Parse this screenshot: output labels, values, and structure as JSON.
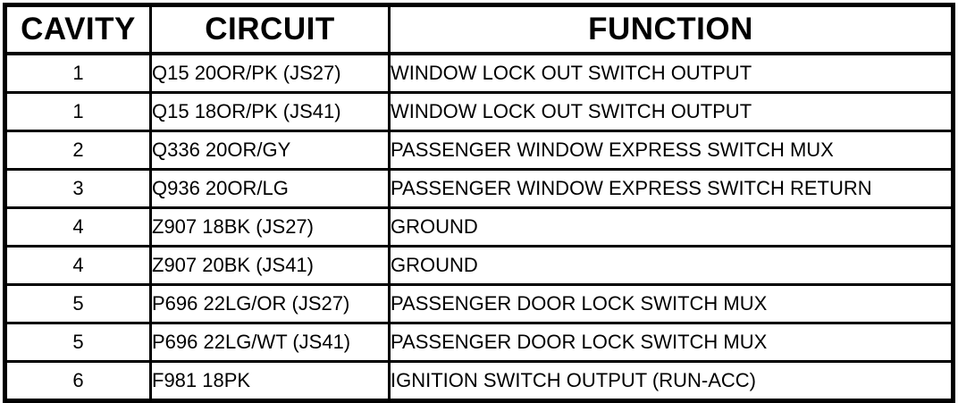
{
  "table": {
    "headers": {
      "cavity": "CAVITY",
      "circuit": "CIRCUIT",
      "function": "FUNCTION"
    },
    "rows": [
      {
        "cavity": "1",
        "circuit": "Q15 20OR/PK (JS27)",
        "function": "WINDOW LOCK OUT SWITCH OUTPUT"
      },
      {
        "cavity": "1",
        "circuit": "Q15 18OR/PK (JS41)",
        "function": "WINDOW LOCK OUT SWITCH OUTPUT"
      },
      {
        "cavity": "2",
        "circuit": "Q336 20OR/GY",
        "function": "PASSENGER WINDOW EXPRESS SWITCH MUX"
      },
      {
        "cavity": "3",
        "circuit": "Q936 20OR/LG",
        "function": "PASSENGER WINDOW EXPRESS SWITCH RETURN"
      },
      {
        "cavity": "4",
        "circuit": "Z907 18BK (JS27)",
        "function": "GROUND"
      },
      {
        "cavity": "4",
        "circuit": "Z907 20BK (JS41)",
        "function": "GROUND"
      },
      {
        "cavity": "5",
        "circuit": "P696 22LG/OR (JS27)",
        "function": "PASSENGER DOOR LOCK SWITCH MUX"
      },
      {
        "cavity": "5",
        "circuit": "P696 22LG/WT (JS41)",
        "function": "PASSENGER DOOR LOCK SWITCH MUX"
      },
      {
        "cavity": "6",
        "circuit": "F981 18PK",
        "function": "IGNITION SWITCH OUTPUT (RUN-ACC)"
      }
    ]
  },
  "colors": {
    "border": "#000000",
    "background": "#ffffff",
    "text": "#000000"
  }
}
